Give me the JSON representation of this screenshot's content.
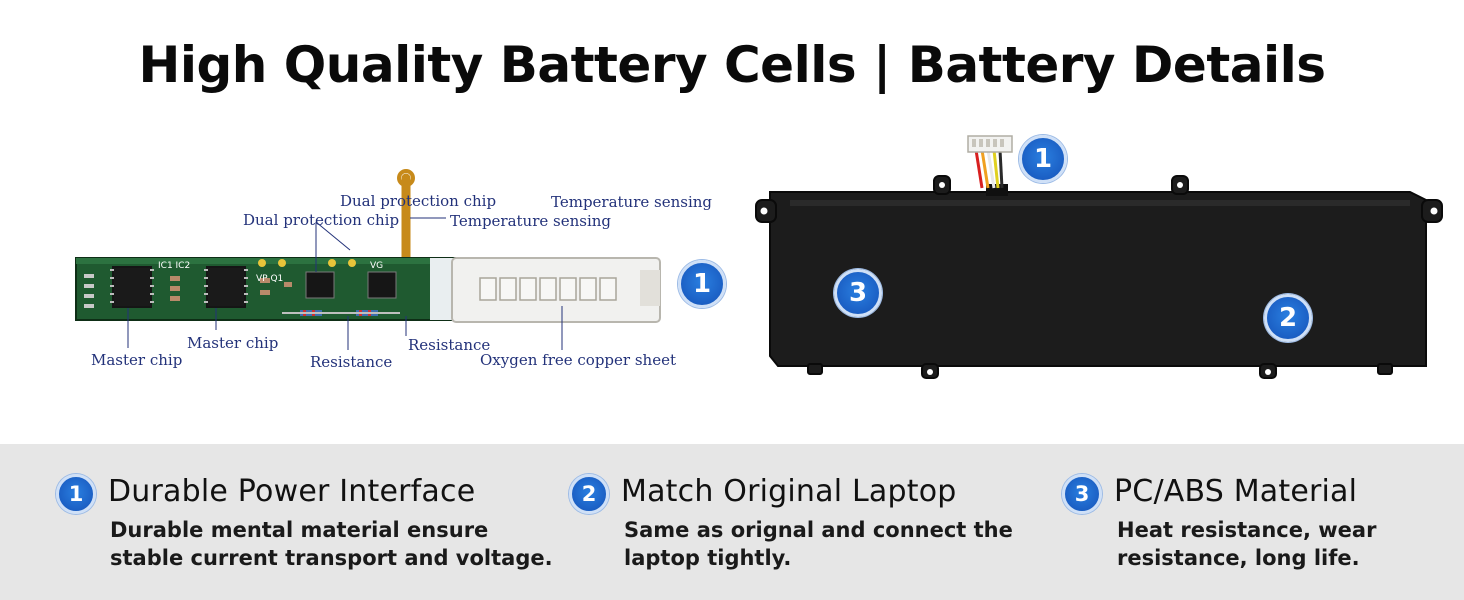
{
  "title": "High Quality Battery Cells | Battery Details",
  "pcb_labels": {
    "dual_protection_chip_top": "Dual protection chip",
    "temperature_sensing_top": "Temperature sensing",
    "dual_protection_chip": "Dual protection chip",
    "temperature_sensing": "Temperature sensing",
    "master_chip_left": "Master chip",
    "master_chip": "Master chip",
    "resistance_left": "Resistance",
    "resistance": "Resistance",
    "oxygen_free_copper_sheet": "Oxygen free copper sheet"
  },
  "pcb_silkscreen": {
    "ic1_ic2": "IC1 IC2",
    "vp_q1": "VP Q1",
    "vg": "VG"
  },
  "badges": {
    "pcb_connector": "1",
    "battery_connector": "1",
    "battery_case": "2",
    "battery_cells": "3"
  },
  "features": [
    {
      "number": "1",
      "title": "Durable Power Interface",
      "desc_line1": "Durable mental material ensure",
      "desc_line2": "stable current transport and voltage."
    },
    {
      "number": "2",
      "title": "Match Original Laptop",
      "desc_line1": "Same as orignal and connect the",
      "desc_line2": "laptop tightly."
    },
    {
      "number": "3",
      "title": "PC/ABS Material",
      "desc_line1": "Heat resistance, wear",
      "desc_line2": "resistance, long life."
    }
  ],
  "colors": {
    "badge_blue": "#1b5fc4",
    "label_navy": "#23327a",
    "pcb_green": "#1e5a2e",
    "band_gray": "#e6e6e6",
    "battery_black": "#1c1c1c"
  }
}
